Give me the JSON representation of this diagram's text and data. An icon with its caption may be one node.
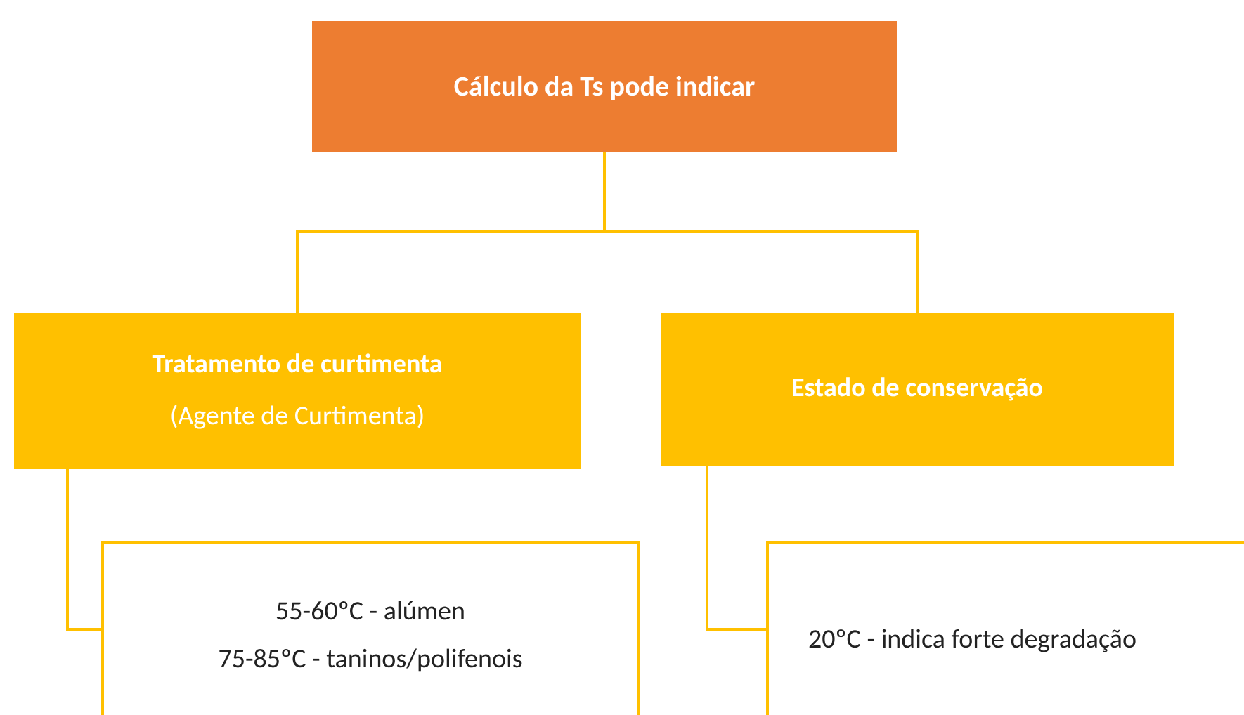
{
  "diagram": {
    "nodes": [
      {
        "text": [
          "Cálculo da Ts pode indicar"
        ]
      },
      {
        "text": [
          "Tratamento de curtimenta",
          "(Agente de Curtimenta)"
        ]
      },
      {
        "text": [
          "Estado de conservação"
        ]
      },
      {
        "text": [
          "55-60ºC - alúmen",
          "75-85ºC - taninos/polifenois"
        ]
      },
      {
        "text": [
          "20ºC - indica forte degradação"
        ]
      }
    ],
    "edges": [
      {
        "from": 0,
        "to": 1,
        "arrow": "none"
      },
      {
        "from": 0,
        "to": 2,
        "arrow": "none"
      },
      {
        "from": 1,
        "to": 3,
        "arrow": "none"
      },
      {
        "from": 2,
        "to": 4,
        "arrow": "none"
      }
    ]
  }
}
